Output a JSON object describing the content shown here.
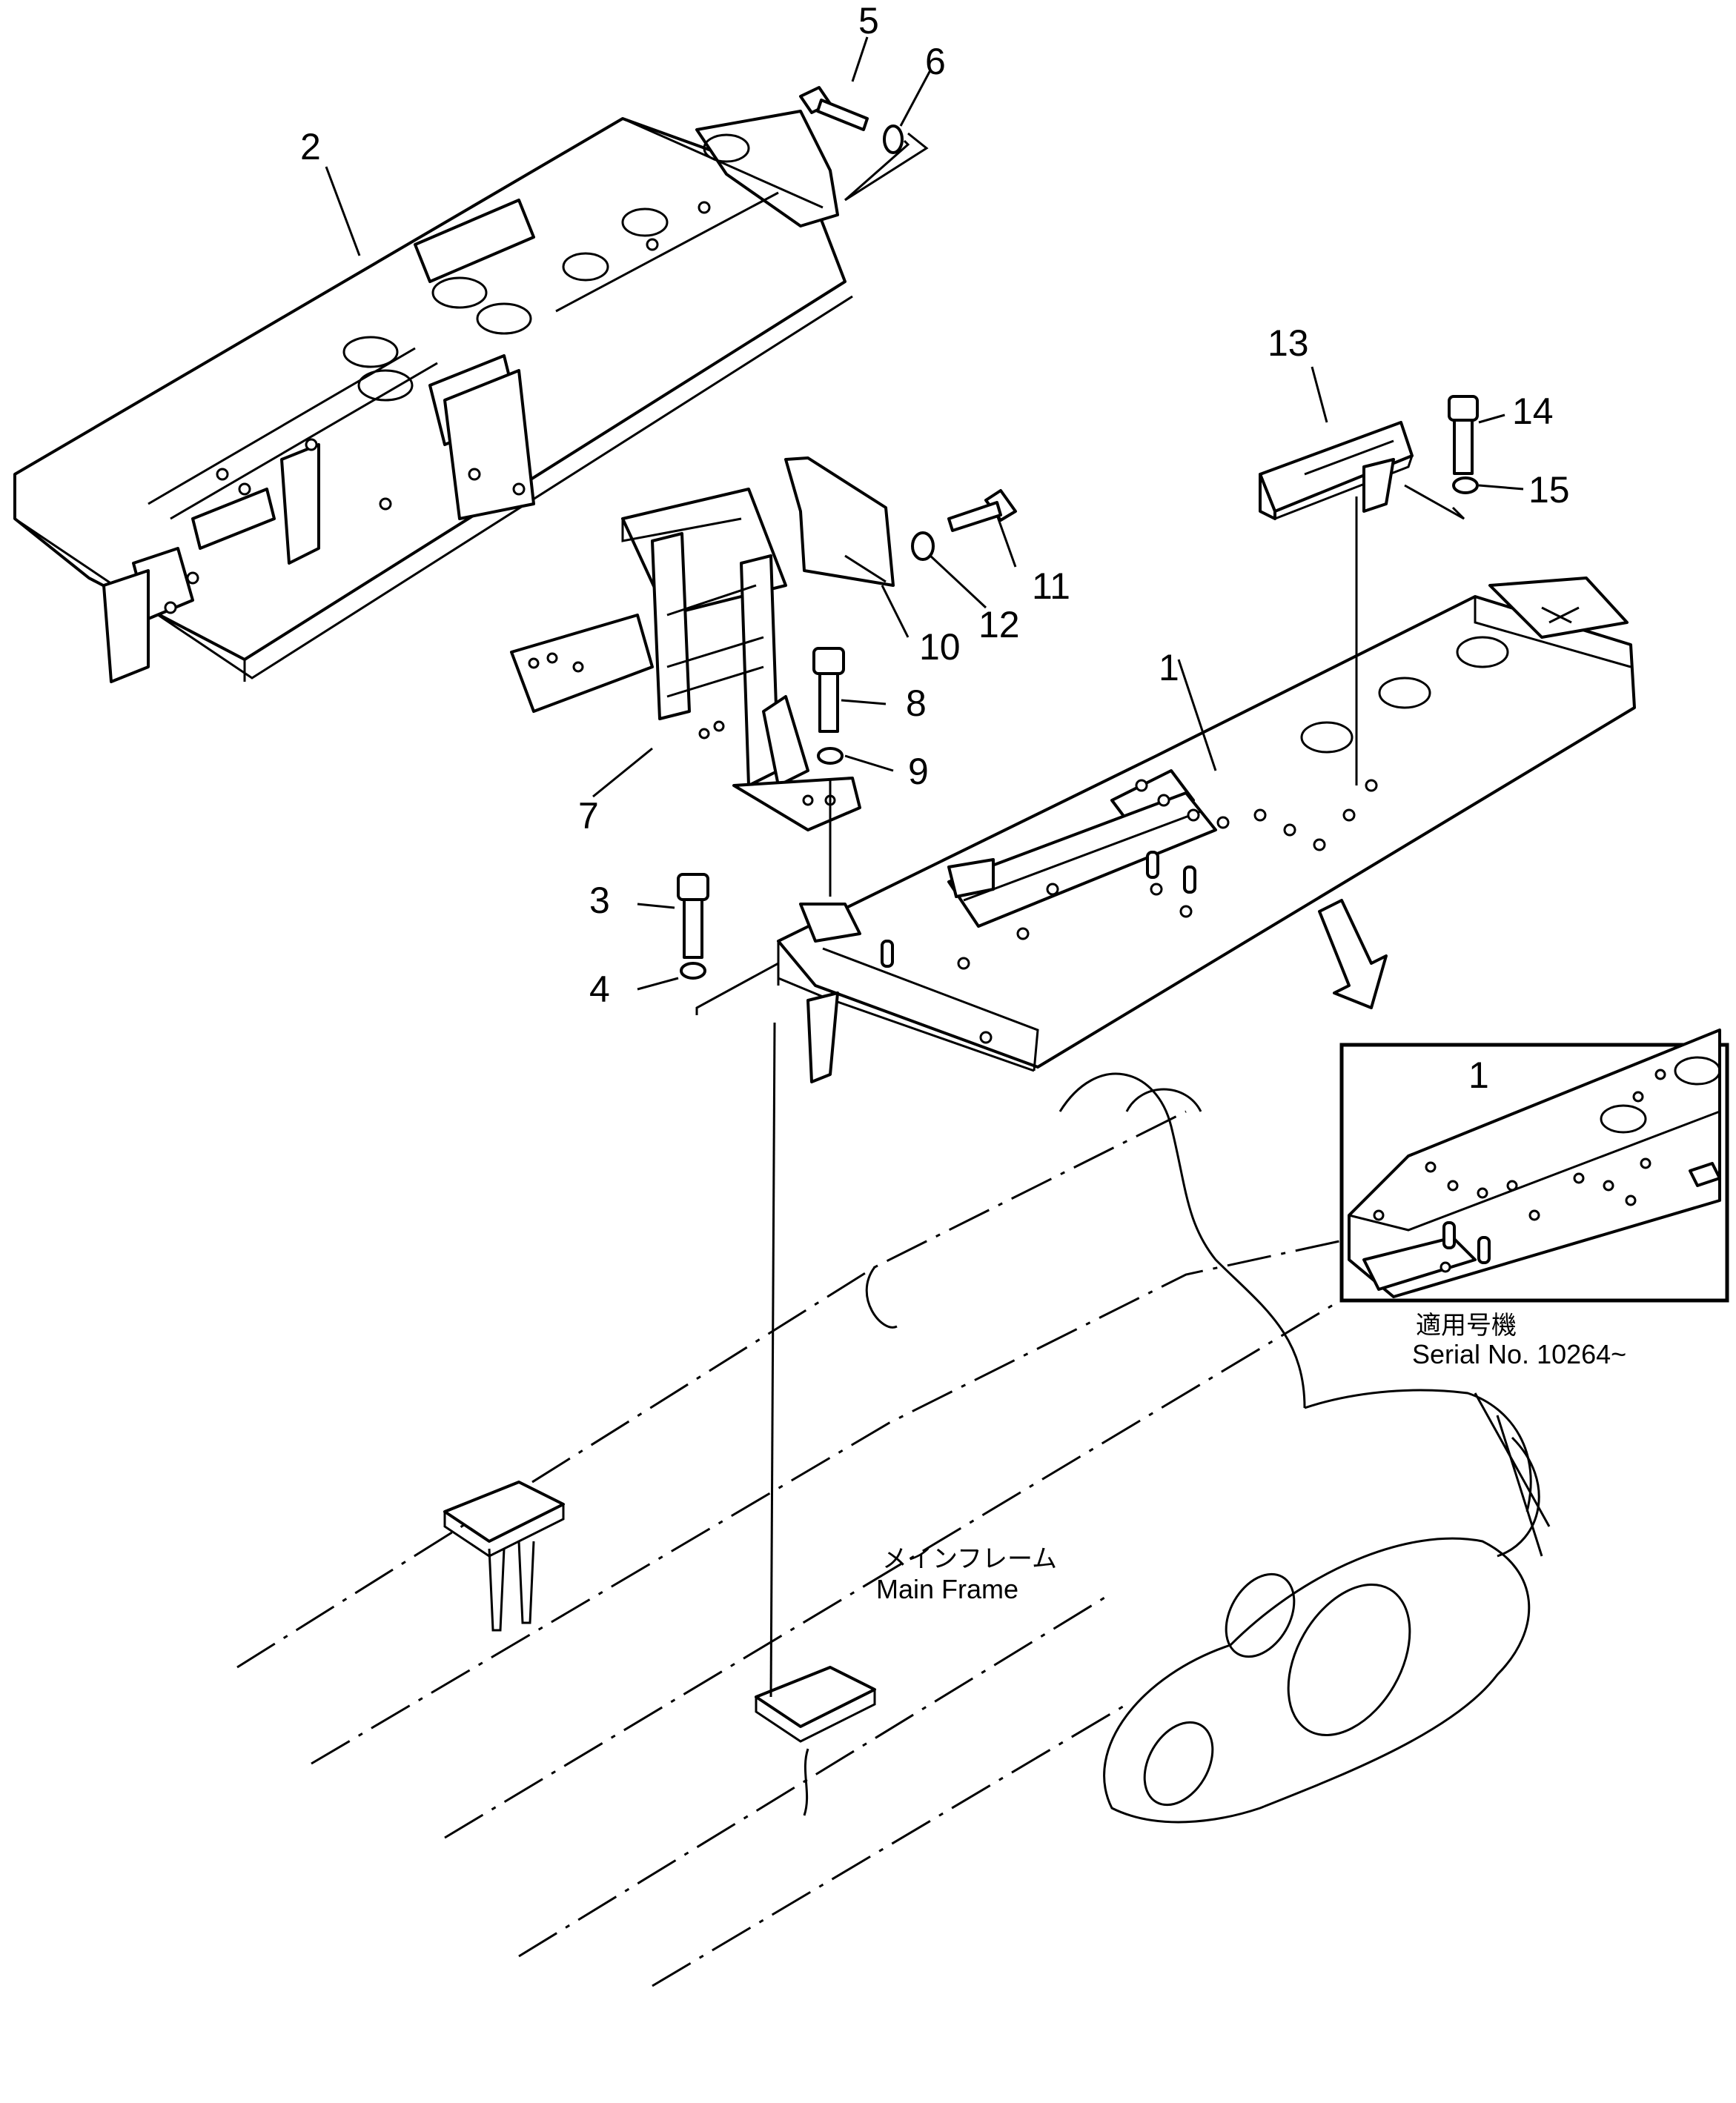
{
  "callouts": {
    "part_1": "1",
    "part_2": "2",
    "part_3": "3",
    "part_4": "4",
    "part_5": "5",
    "part_6": "6",
    "part_7": "7",
    "part_8": "8",
    "part_9": "9",
    "part_10": "10",
    "part_11": "11",
    "part_12": "12",
    "part_13": "13",
    "part_14": "14",
    "part_15": "15"
  },
  "inset": {
    "applicable_jp": "適用号機",
    "serial": "Serial No. 10264~"
  },
  "main_frame": {
    "label_jp": "メインフレーム",
    "label_en": "Main Frame"
  }
}
